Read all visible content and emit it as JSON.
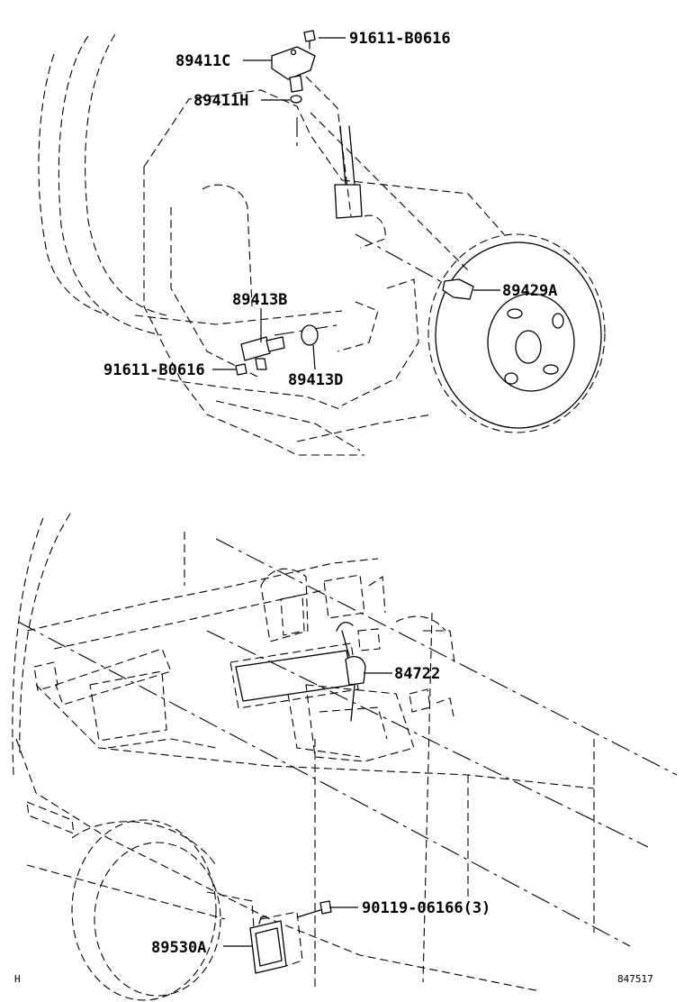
{
  "parts": {
    "bolt_top": "91611-B0616",
    "sensor_top": "89411C",
    "oring_top": "89411H",
    "speed_sensor_right": "89429A",
    "sensor_mid": "89413B",
    "bolt_mid": "91611-B0616",
    "oring_mid": "89413D",
    "shift_switch": "84722",
    "bolt_ecu": "90119-06166(3)",
    "ecu": "89530A"
  },
  "corner_marks": {
    "left": "H",
    "right": "847517"
  }
}
